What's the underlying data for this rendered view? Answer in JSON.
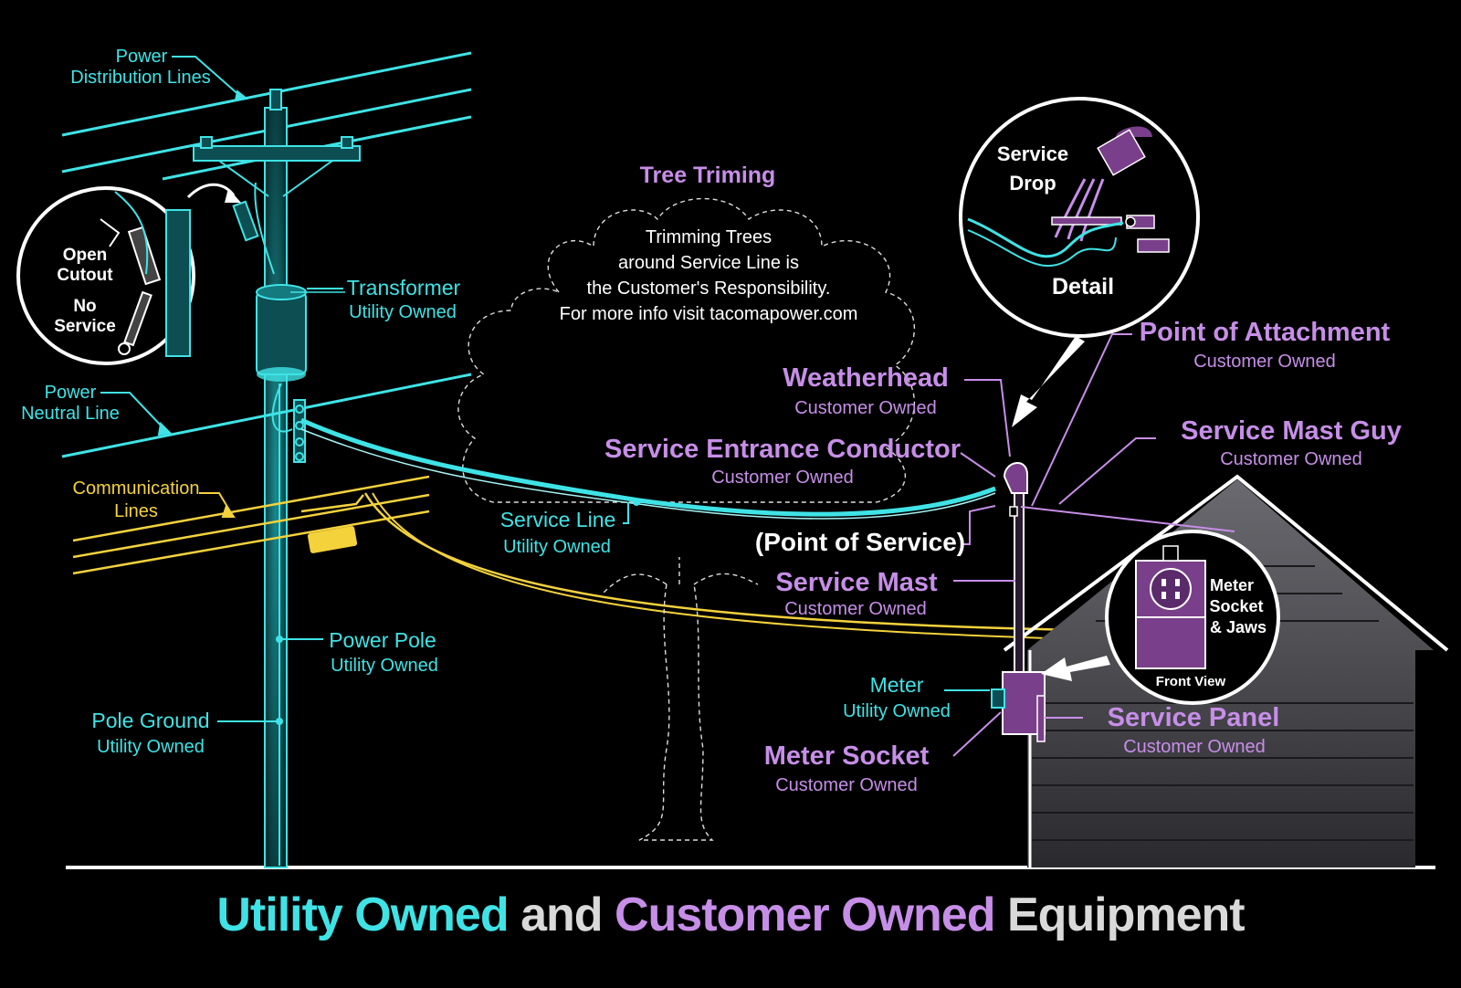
{
  "colors": {
    "utility": "#3fe3e6",
    "customer": "#c78ee8",
    "communication": "#f4d23c",
    "background": "#000000",
    "house_siding": "#4a4a4e",
    "meter_box": "#7a3f8a"
  },
  "labels": {
    "power_distribution_lines": [
      "Power",
      "Distribution Lines"
    ],
    "power_neutral_line": [
      "Power",
      "Neutral Line"
    ],
    "communication_lines": [
      "Communication",
      "Lines"
    ],
    "transformer": {
      "name": "Transformer",
      "owner": "Utility Owned"
    },
    "power_pole": {
      "name": "Power Pole",
      "owner": "Utility Owned"
    },
    "pole_ground": {
      "name": "Pole Ground",
      "owner": "Utility Owned"
    },
    "service_line": {
      "name": "Service Line",
      "owner": "Utility Owned"
    },
    "meter": {
      "name": "Meter",
      "owner": "Utility Owned"
    },
    "weatherhead": {
      "name": "Weatherhead",
      "owner": "Customer Owned"
    },
    "service_entrance_conductor": {
      "name": "Service Entrance Conductor",
      "owner": "Customer Owned"
    },
    "point_of_service": "(Point of Service)",
    "service_mast": {
      "name": "Service Mast",
      "owner": "Customer Owned"
    },
    "meter_socket": {
      "name": "Meter Socket",
      "owner": "Customer Owned"
    },
    "point_of_attachment": {
      "name": "Point of Attachment",
      "owner": "Customer Owned"
    },
    "service_mast_guy": {
      "name": "Service Mast Guy",
      "owner": "Customer Owned"
    },
    "service_panel": {
      "name": "Service Panel",
      "owner": "Customer Owned"
    }
  },
  "cutout_detail": {
    "line1": "Open",
    "line2": "Cutout",
    "line3": "No",
    "line4": "Service"
  },
  "service_drop_detail": {
    "line1": "Service",
    "line2": "Drop",
    "caption": "Detail"
  },
  "meter_detail": {
    "line1": "Meter",
    "line2": "Socket",
    "line3": "& Jaws",
    "caption": "Front View"
  },
  "tree_trimming": {
    "title": "Tree Triming",
    "lines": [
      "Trimming Trees",
      "around Service Line is",
      "the Customer's Responsibility.",
      "For more info visit tacomapower.com"
    ]
  },
  "footer": {
    "part1": "Utility Owned",
    "part2": "and",
    "part3": "Customer Owned",
    "part4": "Equipment"
  }
}
